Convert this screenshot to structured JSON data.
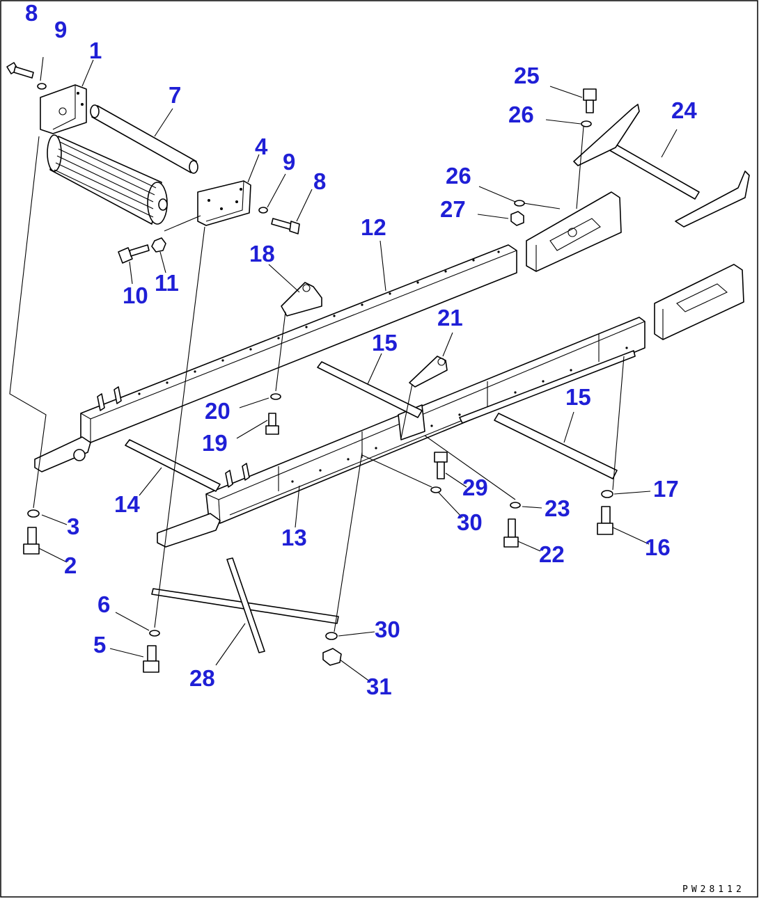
{
  "drawing_code": "PW28112",
  "callouts": [
    {
      "id": "c8a",
      "text": "8"
    },
    {
      "id": "c9a",
      "text": "9"
    },
    {
      "id": "c1",
      "text": "1"
    },
    {
      "id": "c7",
      "text": "7"
    },
    {
      "id": "c4",
      "text": "4"
    },
    {
      "id": "c9b",
      "text": "9"
    },
    {
      "id": "c8b",
      "text": "8"
    },
    {
      "id": "c10",
      "text": "10"
    },
    {
      "id": "c11",
      "text": "11"
    },
    {
      "id": "c12",
      "text": "12"
    },
    {
      "id": "c18",
      "text": "18"
    },
    {
      "id": "c25",
      "text": "25"
    },
    {
      "id": "c26a",
      "text": "26"
    },
    {
      "id": "c24",
      "text": "24"
    },
    {
      "id": "c26b",
      "text": "26"
    },
    {
      "id": "c27",
      "text": "27"
    },
    {
      "id": "c21",
      "text": "21"
    },
    {
      "id": "c15a",
      "text": "15"
    },
    {
      "id": "c15b",
      "text": "15"
    },
    {
      "id": "c20",
      "text": "20"
    },
    {
      "id": "c19",
      "text": "19"
    },
    {
      "id": "c14",
      "text": "14"
    },
    {
      "id": "c13",
      "text": "13"
    },
    {
      "id": "c3",
      "text": "3"
    },
    {
      "id": "c2",
      "text": "2"
    },
    {
      "id": "c29",
      "text": "29"
    },
    {
      "id": "c30a",
      "text": "30"
    },
    {
      "id": "c23",
      "text": "23"
    },
    {
      "id": "c22",
      "text": "22"
    },
    {
      "id": "c17",
      "text": "17"
    },
    {
      "id": "c16",
      "text": "16"
    },
    {
      "id": "c6",
      "text": "6"
    },
    {
      "id": "c5",
      "text": "5"
    },
    {
      "id": "c28",
      "text": "28"
    },
    {
      "id": "c30b",
      "text": "30"
    },
    {
      "id": "c31",
      "text": "31"
    }
  ]
}
